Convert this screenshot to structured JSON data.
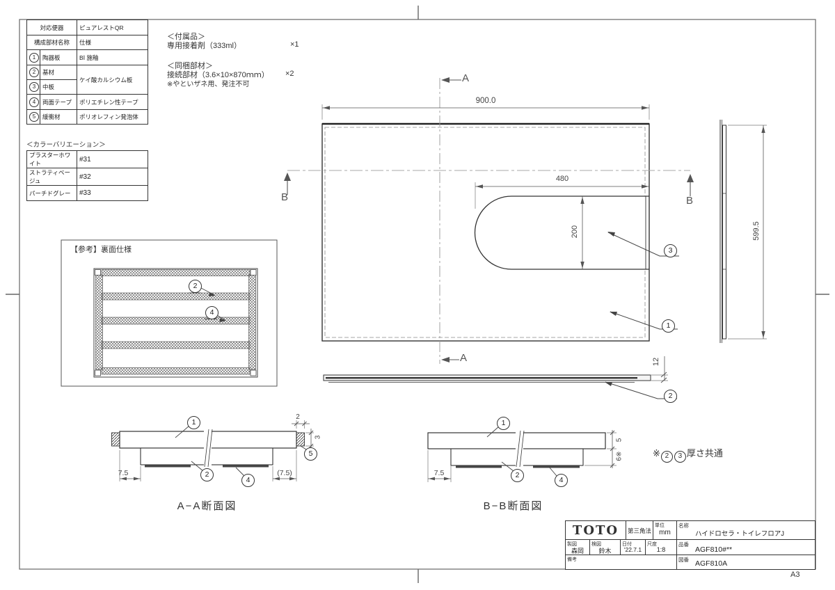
{
  "sheet": {
    "size_label": "A3"
  },
  "spec_table": {
    "toilet_row": {
      "label": "対応便器",
      "value": "ピュアレストQR"
    },
    "header_row": {
      "label": "構成部材名称",
      "value": "仕様"
    },
    "rows": [
      {
        "num": "1",
        "name": "陶器板",
        "spec": "BⅠ 施釉"
      },
      {
        "num": "2",
        "name": "基材",
        "spec": "ケイ酸カルシウム板"
      },
      {
        "num": "3",
        "name": "中板",
        "spec": ""
      },
      {
        "num": "4",
        "name": "両面テープ",
        "spec": "ポリエチレン性テープ"
      },
      {
        "num": "5",
        "name": "緩衝材",
        "spec": "ポリオレフィン発泡体"
      }
    ]
  },
  "color_table": {
    "title": "＜カラーバリエーション＞",
    "rows": [
      {
        "name": "プラスターホワイト",
        "code": "#31"
      },
      {
        "name": "ストラティベージュ",
        "code": "#32"
      },
      {
        "name": "パーチドグレー",
        "code": "#33"
      }
    ]
  },
  "accessories": {
    "section1_title": "＜付属品＞",
    "item1": "専用接着剤（333ml）",
    "item1_qty": "×1",
    "section2_title": "＜同梱部材＞",
    "item2": "接続部材（3.6×10×870ｍｍ）",
    "item2_qty": "×2",
    "note": "※やといザネ用、発注不可"
  },
  "rear_view": {
    "title": "【参考】裏面仕様"
  },
  "plan": {
    "dim_width": "900.0",
    "dim_cutout_width": "480",
    "dim_cutout_depth": "200",
    "dim_height": "599.5",
    "dim_thickness": "12",
    "section_a": "A",
    "section_b": "B"
  },
  "balloons": {
    "b1": "1",
    "b2": "2",
    "b3": "3",
    "b4": "4",
    "b5": "5"
  },
  "section_aa": {
    "title": "A−A断面図",
    "dim_left": "7.5",
    "dim_right": "(7.5)",
    "dim_top": "2",
    "dim_side": "3"
  },
  "section_bb": {
    "title": "B−B断面図",
    "dim_left": "7.5",
    "dim_board": "5",
    "dim_base": "6※"
  },
  "thickness_note": {
    "prefix": "※",
    "suffix": "厚さ共通"
  },
  "title_block": {
    "logo": "TOTO",
    "projection": "第三角法",
    "unit_label": "単位",
    "unit_value": "mm",
    "name_label": "名称",
    "name_value": "ハイドロセラ・トイレフロアJ",
    "drafter_label": "製図",
    "drafter": "森岡",
    "checker_label": "検図",
    "checker": "鈴木",
    "date_label": "日付",
    "date": "'22.7.1",
    "scale_label": "尺度",
    "scale": "1:8",
    "part_label": "品番",
    "part_no": "AGF810#**",
    "remarks_label": "備考",
    "drawing_label": "図番",
    "drawing_no": "AGF810A"
  }
}
